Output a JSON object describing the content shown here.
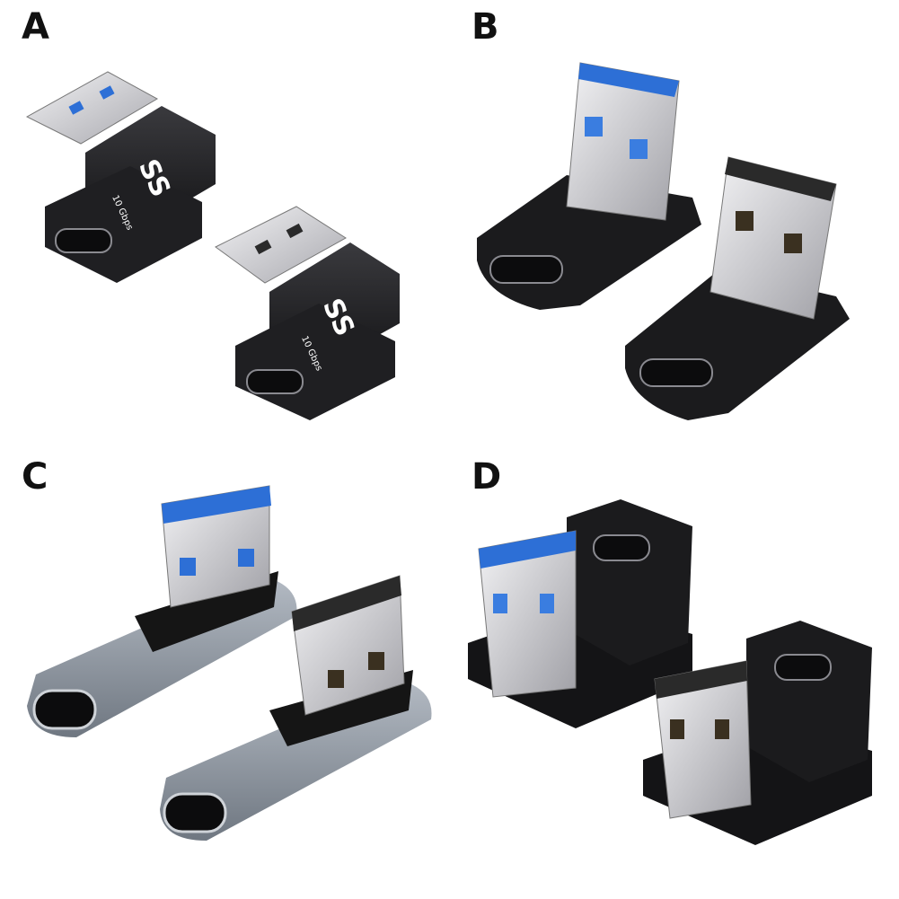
{
  "panels": [
    {
      "label": "A",
      "connector_text": "SS",
      "speed_text": "10 Gbps"
    },
    {
      "label": "B"
    },
    {
      "label": "C"
    },
    {
      "label": "D"
    }
  ],
  "colors": {
    "black_body": "#1b1b1d",
    "black_highlight": "#3a3a3e",
    "metal": "#d8d8dc",
    "metal_dark": "#9a9aa0",
    "usb3_blue": "#2d6fd6",
    "aluminium": "#8a929c",
    "aluminium_light": "#b4bbc4"
  }
}
